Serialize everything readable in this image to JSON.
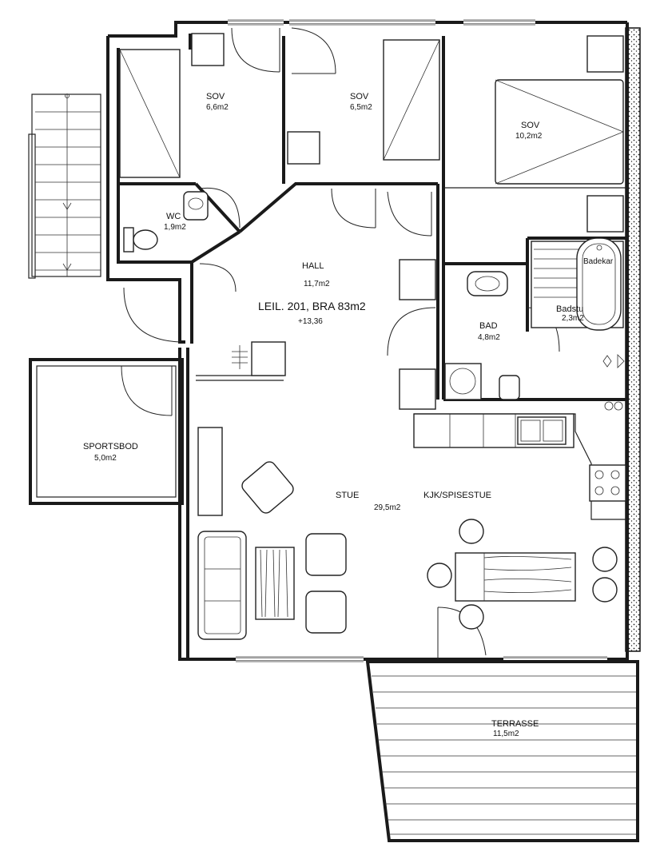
{
  "plan": {
    "unit": {
      "title": "LEIL. 201, BRA 83m2",
      "elevation": "+13,36"
    },
    "rooms": [
      {
        "id": "sov1",
        "name": "SOV",
        "area": "6,6m2"
      },
      {
        "id": "sov2",
        "name": "SOV",
        "area": "6,5m2"
      },
      {
        "id": "sov3",
        "name": "SOV",
        "area": "10,2m2"
      },
      {
        "id": "wc",
        "name": "WC",
        "area": "1,9m2"
      },
      {
        "id": "hall",
        "name": "HALL",
        "area": "11,7m2"
      },
      {
        "id": "bad",
        "name": "BAD",
        "area": "4,8m2"
      },
      {
        "id": "badstu",
        "name": "Badstu",
        "area": "2,3m2"
      },
      {
        "id": "sportsbod",
        "name": "SPORTSBOD",
        "area": "5,0m2"
      },
      {
        "id": "stue",
        "name": "STUE",
        "area": "29,5m2"
      },
      {
        "id": "kjk",
        "name": "KJK/SPISESTUE",
        "area": ""
      },
      {
        "id": "terrasse",
        "name": "TERRASSE",
        "area": "11,5m2"
      }
    ],
    "fixtures": {
      "bathtub_label": "Badekar"
    }
  }
}
